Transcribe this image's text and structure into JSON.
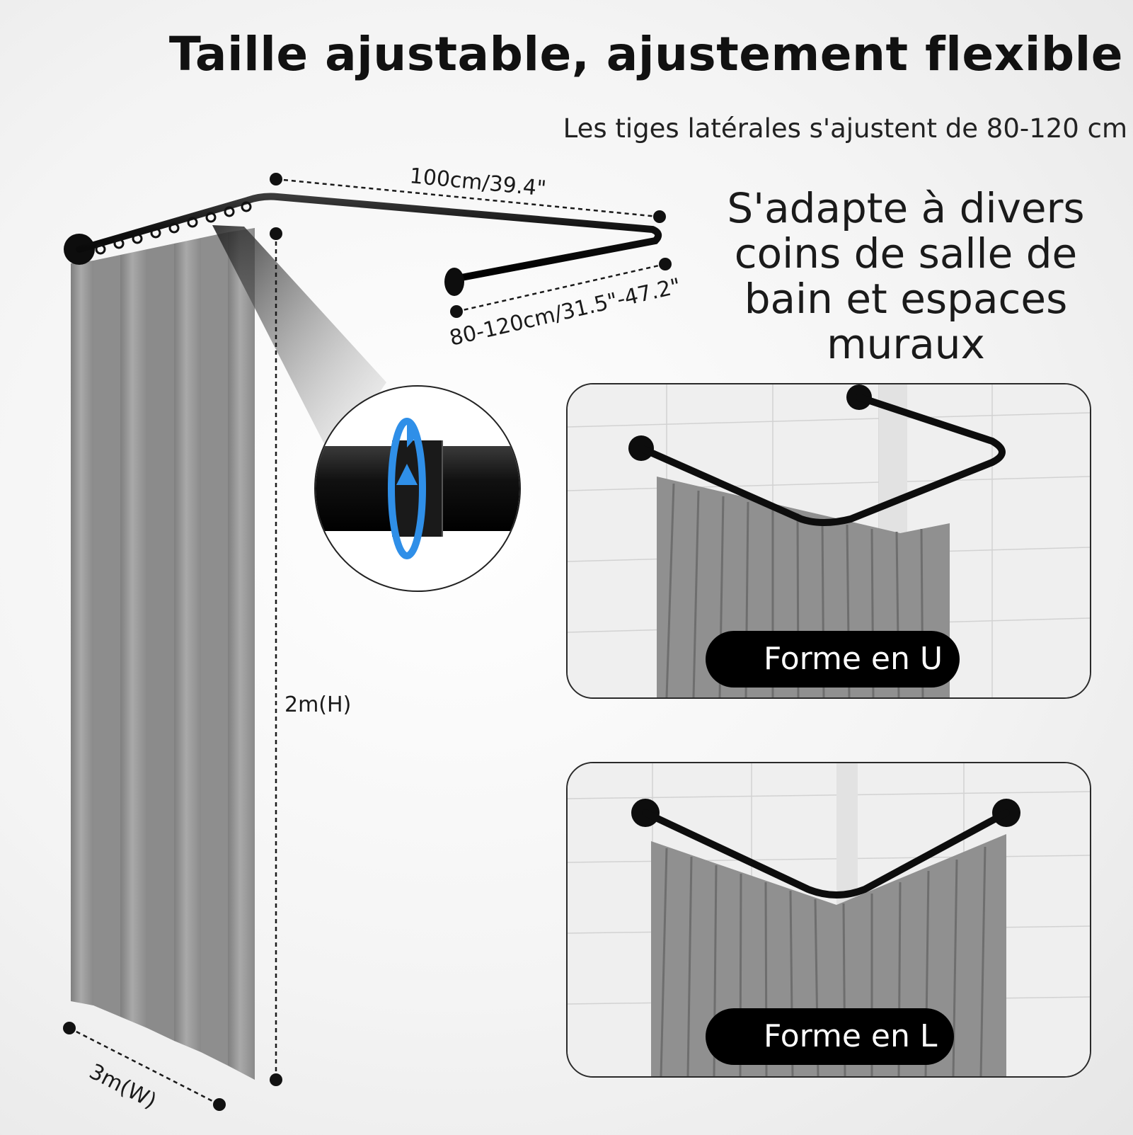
{
  "header": {
    "title": "Taille ajustable, ajustement flexible",
    "subtitle": "Les tiges latérales s'ajustent de 80-120 cm"
  },
  "fit": {
    "lines": [
      "S'adapte à divers",
      "coins de salle de",
      "bain et espaces",
      "muraux"
    ]
  },
  "dimensions": {
    "front": "100cm/39.4\"",
    "side": "80-120cm/31.5\"-47.2\"",
    "height": "2m(H)",
    "width": "3m(W)"
  },
  "shapes": {
    "u_label": "Forme en U",
    "l_label": "Forme en L"
  },
  "colors": {
    "rod": "#111111",
    "curtain": "#9c9c9c",
    "rotate_arrow": "#2f8fe8"
  },
  "icons": [
    "rotate-arrow-icon"
  ]
}
